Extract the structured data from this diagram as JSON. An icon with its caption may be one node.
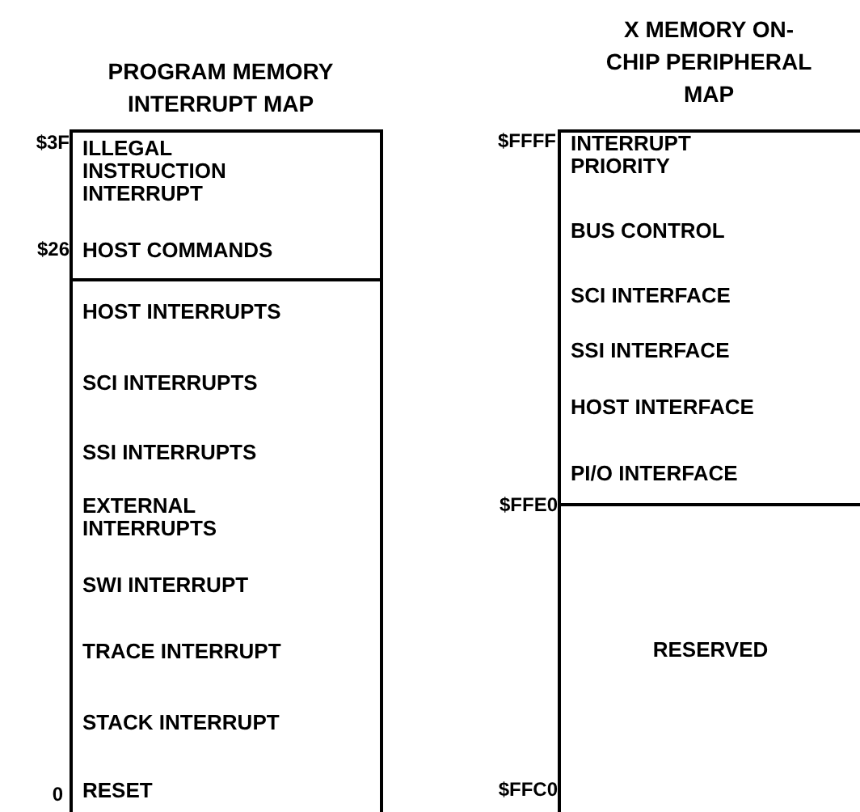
{
  "diagram": {
    "nodes": [
      {
        "text": [
          "PROGRAM MEMORY INTERRUPT MAP"
        ]
      },
      {
        "text": [
          "ILLEGAL INSTRUCTION INTERRUPT",
          "HOST COMMANDS"
        ],
        "in": 0
      },
      {
        "text": [
          "HOST INTERRUPTS",
          "SCI INTERRUPTS",
          "SSI INTERRUPTS",
          "EXTERNAL INTERRUPTS",
          "SWI INTERRUPT",
          "TRACE INTERRUPT",
          "STACK INTERRUPT",
          "RESET"
        ],
        "in": 0
      },
      {
        "text": [
          "X MEMORY ON-CHIP PERIPHERAL MAP"
        ]
      },
      {
        "text": [
          "INTERRUPT PRIORITY",
          "BUS CONTROL",
          "SCI INTERFACE",
          "SSI INTERFACE",
          "HOST INTERFACE",
          "PI/O INTERFACE"
        ],
        "in": 3
      },
      {
        "text": [
          "RESERVED"
        ],
        "in": 3
      }
    ],
    "labels": [
      "$3F",
      "$26",
      "0",
      "$FFFF",
      "$FFE0",
      "$FFC0"
    ]
  }
}
